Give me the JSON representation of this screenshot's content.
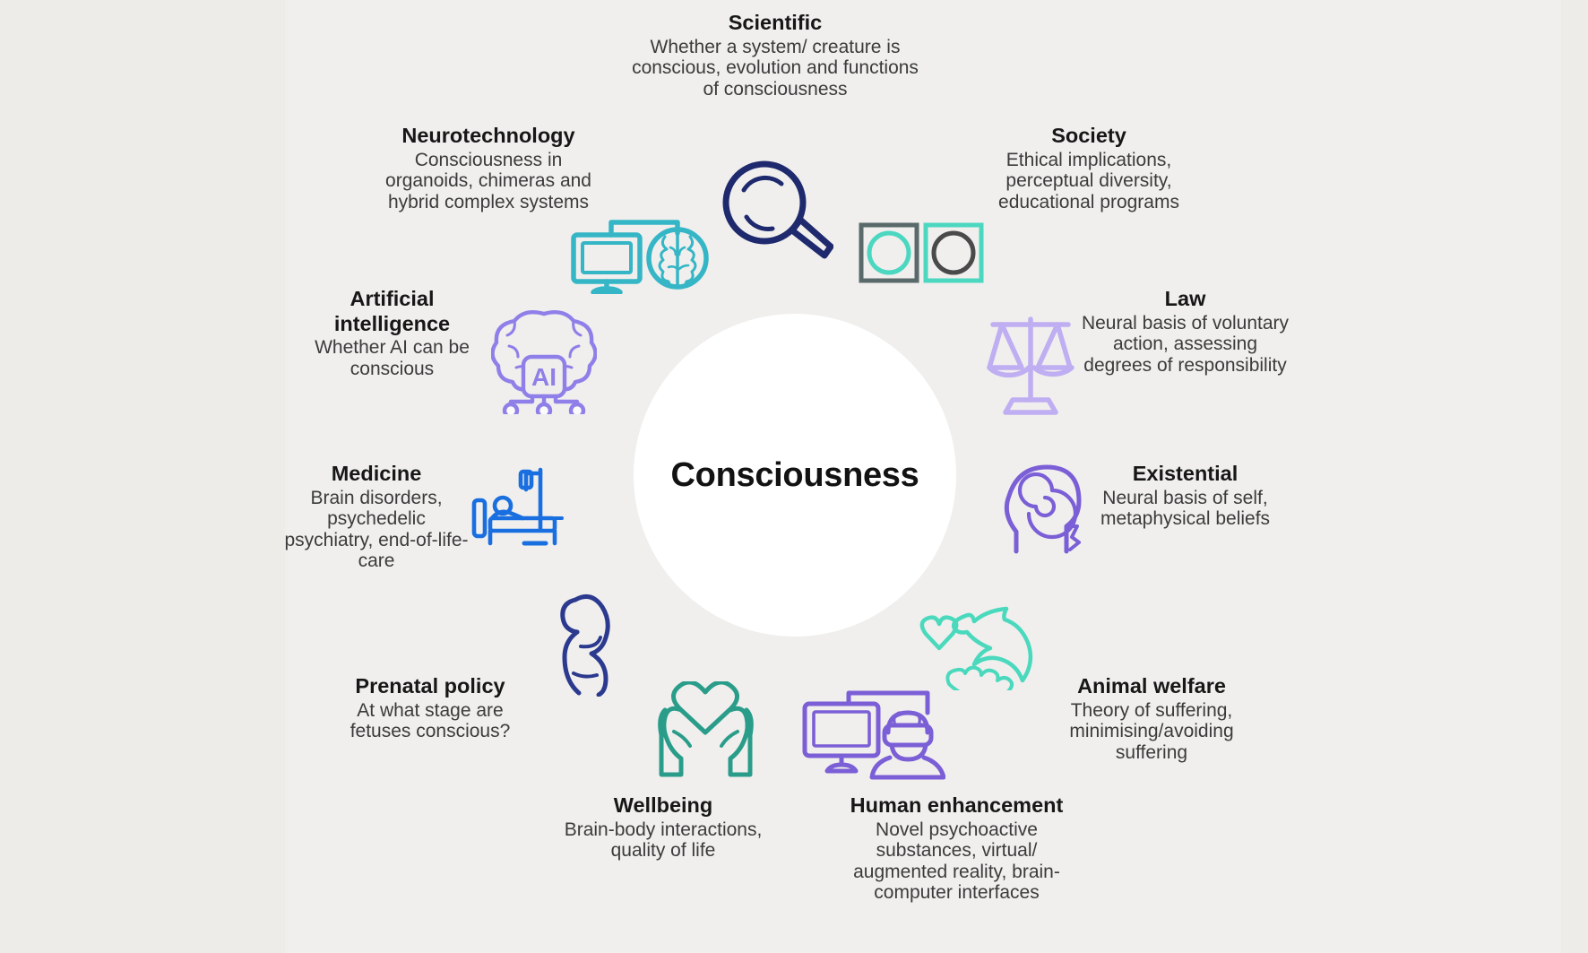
{
  "diagram": {
    "center": {
      "label": "Consciousness"
    },
    "background_color": "#f0efed",
    "nodes": [
      {
        "id": "scientific",
        "title": "Scientific",
        "desc": "Whether a system/ creature is conscious, evolution and functions of consciousness",
        "icon": "magnifying-glass-icon",
        "color": "#1f2a6e"
      },
      {
        "id": "society",
        "title": "Society",
        "desc": "Ethical implications, perceptual diversity, educational programs",
        "icon": "two-squares-perception-icon",
        "color": "#4cd7c0"
      },
      {
        "id": "law",
        "title": "Law",
        "desc": "Neural basis of voluntary action, assessing degrees of responsibility",
        "icon": "scales-of-justice-icon",
        "color": "#bfaef2"
      },
      {
        "id": "existential",
        "title": "Existential",
        "desc": "Neural basis of self, metaphysical beliefs",
        "icon": "head-spiral-icon",
        "color": "#7b5fd6"
      },
      {
        "id": "animal-welfare",
        "title": "Animal welfare",
        "desc": "Theory of suffering, minimising/avoiding suffering",
        "icon": "dolphin-heart-worm-icon",
        "color": "#4ad9bd"
      },
      {
        "id": "human-enhancement",
        "title": "Human enhancement",
        "desc": "Novel psychoactive substances, virtual/ augmented reality, brain-computer interfaces",
        "icon": "vr-headset-monitor-icon",
        "color": "#7b5fd6"
      },
      {
        "id": "wellbeing",
        "title": "Wellbeing",
        "desc": "Brain-body interactions, quality of life",
        "icon": "hands-heart-icon",
        "color": "#2a9d8a"
      },
      {
        "id": "prenatal-policy",
        "title": "Prenatal policy",
        "desc": "At what stage are fetuses conscious?",
        "icon": "pregnant-woman-icon",
        "color": "#2b3a8f"
      },
      {
        "id": "medicine",
        "title": "Medicine",
        "desc": "Brain disorders, psychedelic psychiatry, end-of-life-care",
        "icon": "hospital-bed-icon",
        "color": "#1a6fe0"
      },
      {
        "id": "artificial-intelligence",
        "title": "Artificial intelligence",
        "desc": "Whether AI can be conscious",
        "icon": "ai-brain-chip-icon",
        "color": "#8f7fe8"
      },
      {
        "id": "neurotechnology",
        "title": "Neurotechnology",
        "desc": "Consciousness in organoids, chimeras and hybrid complex systems",
        "icon": "monitor-brain-icon",
        "color": "#3ab6c9"
      }
    ],
    "icon_labels": {
      "ai_chip_text": "AI"
    }
  }
}
